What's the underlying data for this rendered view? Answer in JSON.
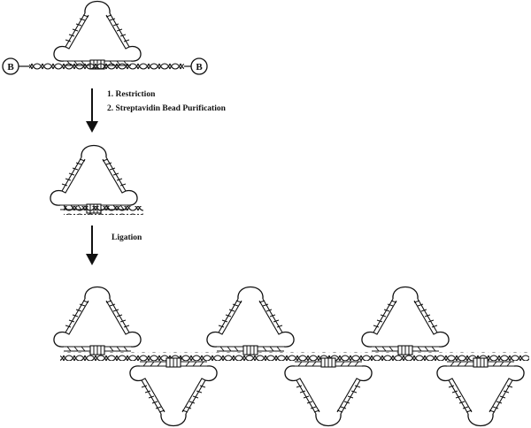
{
  "steps": {
    "step1": "1. Restriction",
    "step2": "2. Streptavidin Bead Purification",
    "step3": "Ligation"
  },
  "bead_label": "B",
  "colors": {
    "ink": "#111111",
    "background": "#ffffff"
  },
  "icons": {
    "arrow": "down-arrow-icon",
    "bead": "biotin-bead-icon"
  }
}
